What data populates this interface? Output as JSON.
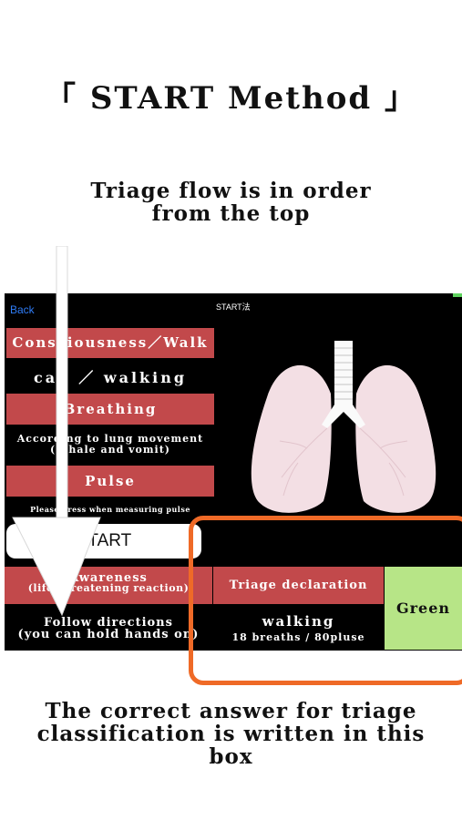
{
  "title": "「 START Method 」",
  "flow_note": [
    "Triage flow is in order",
    "from the top"
  ],
  "answer_note": [
    "The correct answer for triage",
    "classification is written in this",
    "box"
  ],
  "app": {
    "back": "Back",
    "title": "START法",
    "consciousness_label": "Consciousness／Walk",
    "consciousness_value": "can ／ walking",
    "breathing_label": "Breathing",
    "breathing_value": [
      "According to lung movement",
      "(inhale and vomit)"
    ],
    "pulse_label": "Pulse",
    "pulse_value": "Please press when measuring pulse",
    "start_button": "START",
    "awareness_label": [
      "Awareness",
      "(life-threatening reaction)"
    ],
    "follow_value": [
      "Follow directions",
      "(you can hold hands on)"
    ],
    "triage_declaration": "Triage declaration",
    "result_main": "walking",
    "result_sub": "18 breaths / 80pluse",
    "result_color": "Green"
  },
  "colors": {
    "accent_red": "#c2494b",
    "green_result": "#b7e587",
    "highlight_orange": "#ef6a27",
    "link_blue": "#2f7cf6"
  }
}
